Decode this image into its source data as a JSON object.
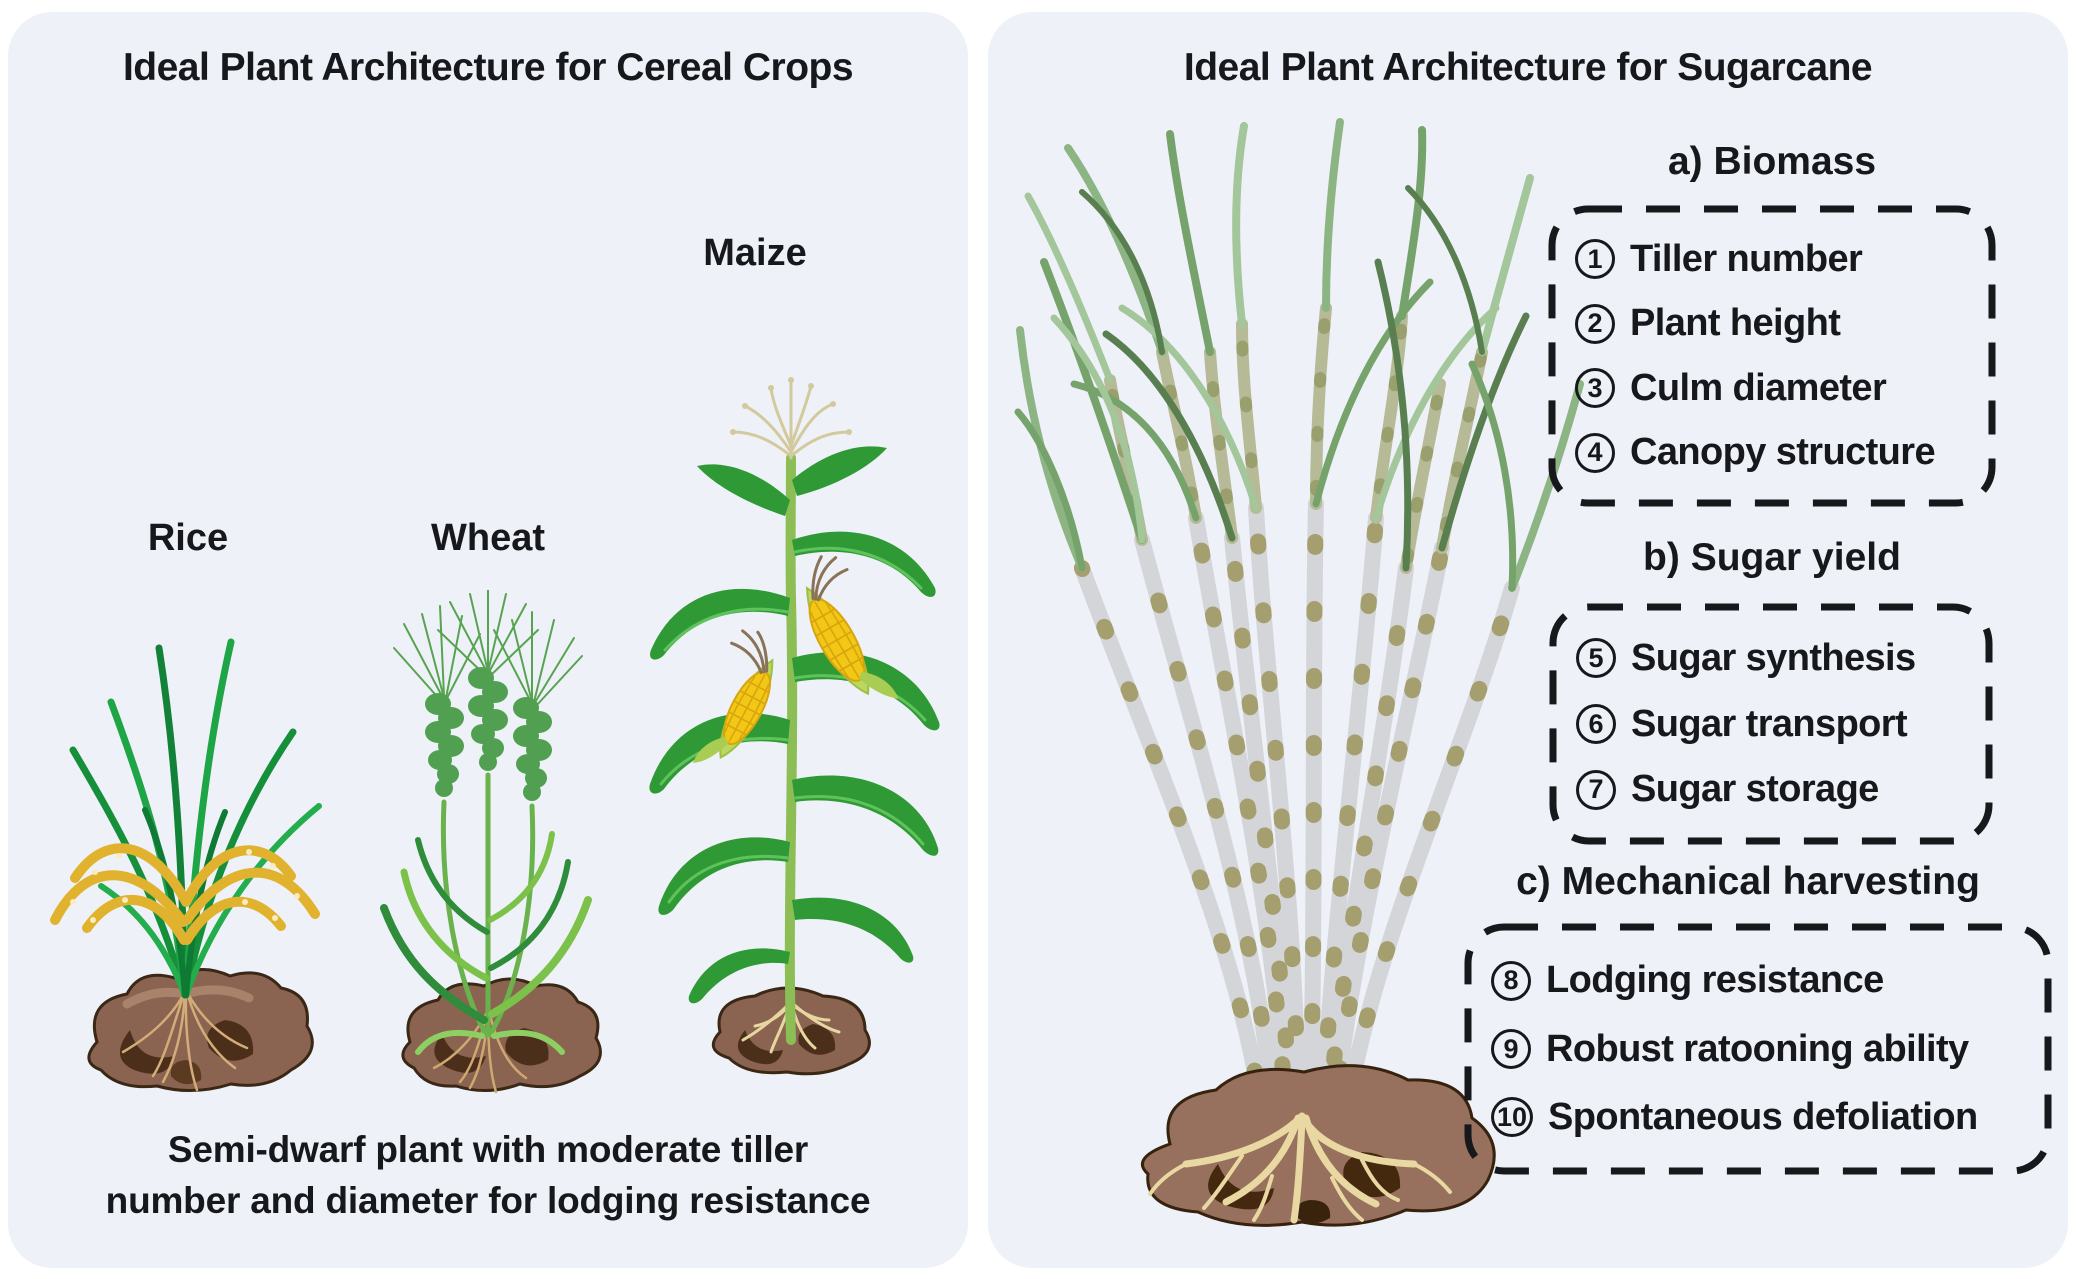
{
  "left_panel": {
    "title": "Ideal Plant Architecture for Cereal Crops",
    "crops": [
      {
        "name": "Rice"
      },
      {
        "name": "Wheat"
      },
      {
        "name": "Maize"
      }
    ],
    "caption_line1": "Semi-dwarf plant with moderate tiller",
    "caption_line2": "number and diameter for lodging resistance"
  },
  "right_panel": {
    "title": "Ideal Plant Architecture for Sugarcane",
    "sections": [
      {
        "heading": "a) Biomass",
        "items": [
          {
            "num": "1",
            "label": "Tiller number"
          },
          {
            "num": "2",
            "label": "Plant height"
          },
          {
            "num": "3",
            "label": "Culm diameter"
          },
          {
            "num": "4",
            "label": "Canopy structure"
          }
        ]
      },
      {
        "heading": "b) Sugar yield",
        "items": [
          {
            "num": "5",
            "label": "Sugar synthesis"
          },
          {
            "num": "6",
            "label": "Sugar transport"
          },
          {
            "num": "7",
            "label": "Sugar storage"
          }
        ]
      },
      {
        "heading": "c) Mechanical harvesting",
        "items": [
          {
            "num": "8",
            "label": "Lodging resistance"
          },
          {
            "num": "9",
            "label": "Robust ratooning ability"
          },
          {
            "num": "10",
            "label": "Spontaneous defoliation"
          }
        ]
      }
    ]
  },
  "colors": {
    "page_background": "#ffffff",
    "panel_background": "#eef1f7",
    "text": "#17181c",
    "dashed_border": "#17181c",
    "rice_blade_green": "#1c9b41",
    "rice_panicle_gold": "#e0b22e",
    "wheat_green_dark": "#2e8c3a",
    "wheat_green_light": "#7cc24a",
    "wheat_spike_green": "#51a052",
    "maize_leaf_green": "#2f9a35",
    "maize_stalk_green": "#8cbe55",
    "maize_ear_yellow": "#f3c715",
    "maize_tassel_cream": "#d2ca9c",
    "sugarcane_stalk_gray": "#d3d5d9",
    "sugarcane_node_olive": "#a59f6f",
    "sugarcane_leaf_green": "#8db584",
    "soil_brown": "#8a6450",
    "soil_dark": "#4c2f1a",
    "root_tan": "#d3ac79",
    "root_cream": "#e9d8a1"
  }
}
